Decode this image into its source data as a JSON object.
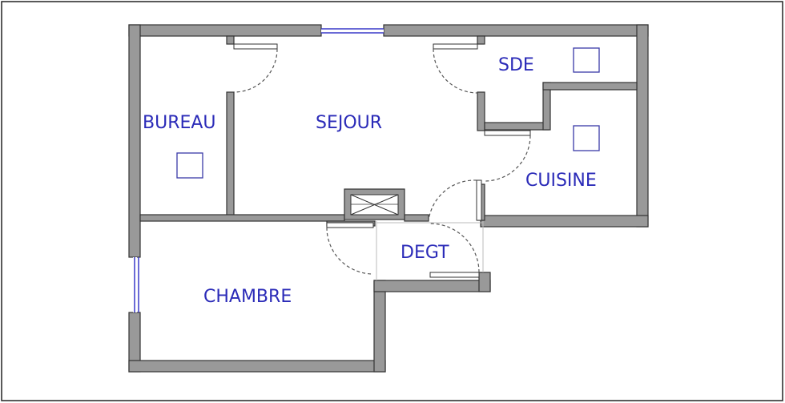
{
  "rooms": {
    "bureau": "BUREAU",
    "sejour": "SEJOUR",
    "sde": "SDE",
    "cuisine": "CUISINE",
    "degt": "DEGT",
    "chambre": "CHAMBRE"
  },
  "colors": {
    "wall": "#999999",
    "wall_outline": "#333333",
    "label": "#2b2bb8",
    "window": "#3838c8",
    "vent": "#3a3aa8",
    "door_swing": "#555555"
  },
  "icons": {
    "vent": "square-vent-icon",
    "duct": "hatched-box-icon"
  }
}
